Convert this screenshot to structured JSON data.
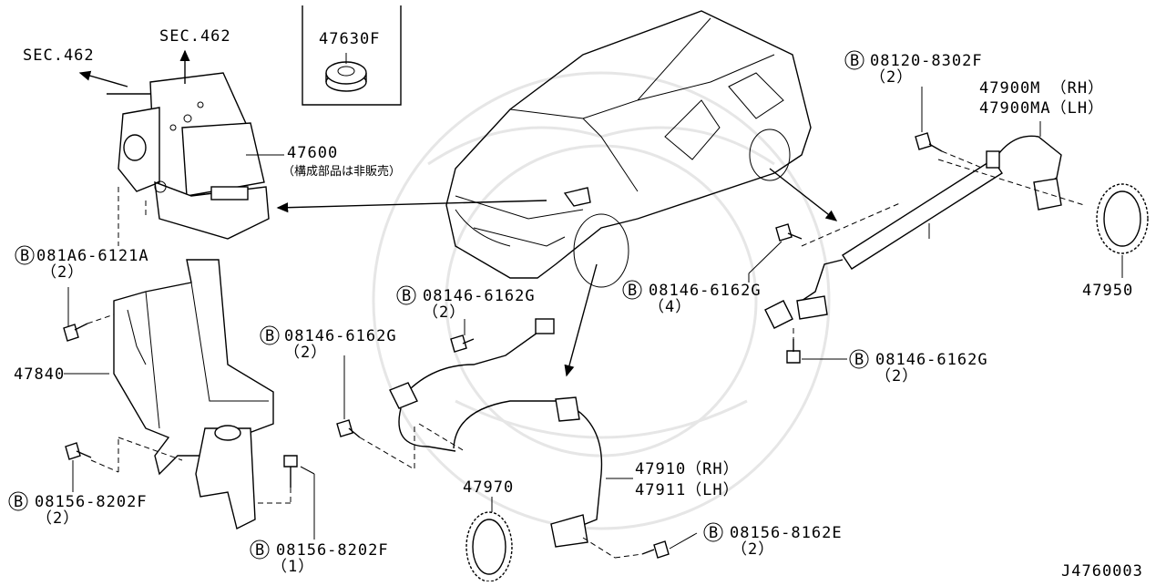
{
  "diagram": {
    "sec_left": "SEC.462",
    "sec_top": "SEC.462",
    "p47630f": "47630F",
    "p47600": "47600",
    "p47600_note": "（構成部品は非販売）",
    "b081a6": "081A6-6121A",
    "b081a6_qty": "（2）",
    "p47840": "47840",
    "b08156_8202f_left": "08156-8202F",
    "b08156_8202f_left_qty": "（2）",
    "b08156_8202f_bottom": "08156-8202F",
    "b08156_8202f_bottom_qty": "（1）",
    "b08146_a": "08146-6162G",
    "b08146_a_qty": "（2）",
    "b08146_b": "08146-6162G",
    "b08146_b_qty": "（2）",
    "b08146_c": "08146-6162G",
    "b08146_c_qty": "（4）",
    "b08146_d": "08146-6162G",
    "b08146_d_qty": "（2）",
    "b08120": "08120-8302F",
    "b08120_qty": "（2）",
    "p47900m": "47900M （RH）",
    "p47900ma": "47900MA（LH）",
    "p47950": "47950",
    "p47910": "47910（RH）",
    "p47911": "47911（LH）",
    "p47970": "47970",
    "b08156_8162e": "08156-8162E",
    "b08156_8162e_qty": "（2）",
    "bolt_marker": "B",
    "diagram_id": "J4760003"
  }
}
